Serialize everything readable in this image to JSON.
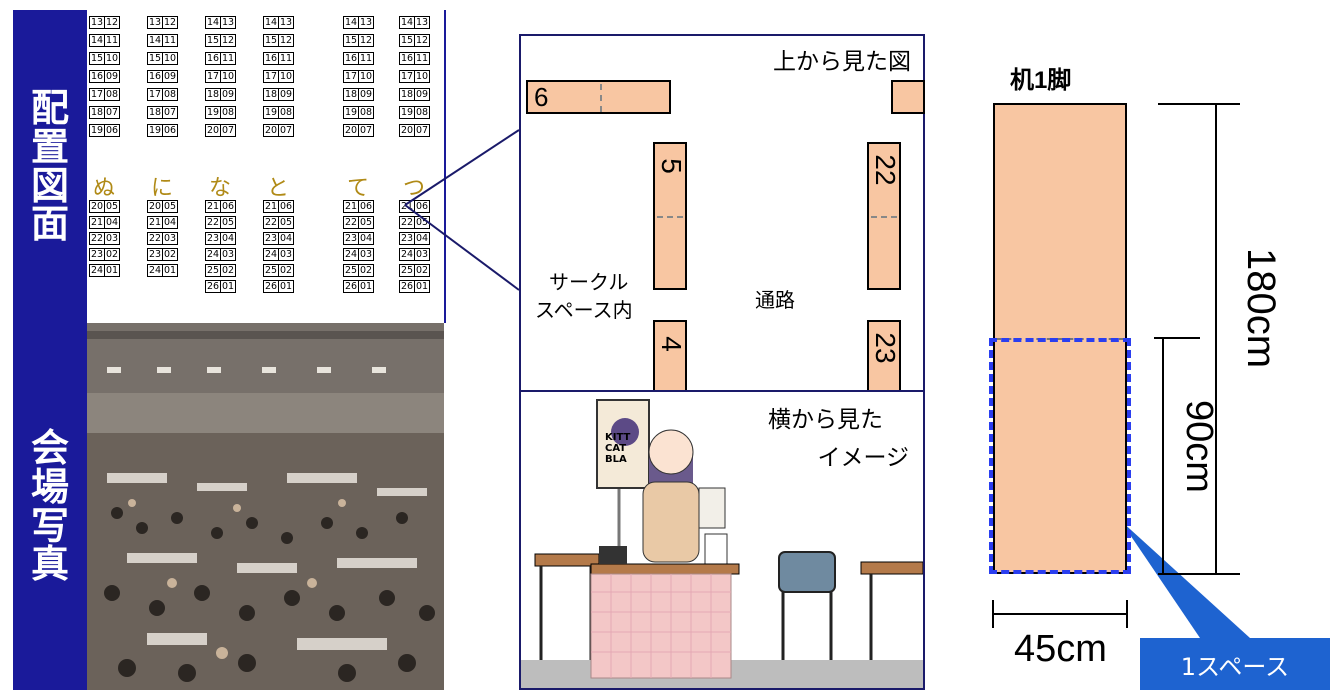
{
  "left_labels": {
    "layout_label": [
      "配",
      "置",
      "図",
      "面"
    ],
    "photo_label": [
      "会",
      "場",
      "写",
      "真"
    ]
  },
  "seat_columns": [
    {
      "upper": [
        [
          "13",
          "12"
        ],
        [
          "14",
          "11"
        ],
        [
          "15",
          "10"
        ],
        [
          "16",
          "09"
        ],
        [
          "17",
          "08"
        ],
        [
          "18",
          "07"
        ],
        [
          "19",
          "06"
        ]
      ],
      "hiragana": "ぬ",
      "lower": [
        [
          "20",
          "05"
        ],
        [
          "21",
          "04"
        ],
        [
          "22",
          "03"
        ],
        [
          "23",
          "02"
        ],
        [
          "24",
          "01"
        ]
      ]
    },
    {
      "upper": [
        [
          "13",
          "12"
        ],
        [
          "14",
          "11"
        ],
        [
          "15",
          "10"
        ],
        [
          "16",
          "09"
        ],
        [
          "17",
          "08"
        ],
        [
          "18",
          "07"
        ],
        [
          "19",
          "06"
        ]
      ],
      "hiragana": "に",
      "lower": [
        [
          "20",
          "05"
        ],
        [
          "21",
          "04"
        ],
        [
          "22",
          "03"
        ],
        [
          "23",
          "02"
        ],
        [
          "24",
          "01"
        ]
      ]
    },
    {
      "upper": [
        [
          "14",
          "13"
        ],
        [
          "15",
          "12"
        ],
        [
          "16",
          "11"
        ],
        [
          "17",
          "10"
        ],
        [
          "18",
          "09"
        ],
        [
          "19",
          "08"
        ],
        [
          "20",
          "07"
        ]
      ],
      "hiragana": "な",
      "lower": [
        [
          "21",
          "06"
        ],
        [
          "22",
          "05"
        ],
        [
          "23",
          "04"
        ],
        [
          "24",
          "03"
        ],
        [
          "25",
          "02"
        ],
        [
          "26",
          "01"
        ]
      ]
    },
    {
      "upper": [
        [
          "14",
          "13"
        ],
        [
          "15",
          "12"
        ],
        [
          "16",
          "11"
        ],
        [
          "17",
          "10"
        ],
        [
          "18",
          "09"
        ],
        [
          "19",
          "08"
        ],
        [
          "20",
          "07"
        ]
      ],
      "hiragana": "と",
      "lower": [
        [
          "21",
          "06"
        ],
        [
          "22",
          "05"
        ],
        [
          "23",
          "04"
        ],
        [
          "24",
          "03"
        ],
        [
          "25",
          "02"
        ],
        [
          "26",
          "01"
        ]
      ]
    },
    {
      "upper": [
        [
          "14",
          "13"
        ],
        [
          "15",
          "12"
        ],
        [
          "16",
          "11"
        ],
        [
          "17",
          "10"
        ],
        [
          "18",
          "09"
        ],
        [
          "19",
          "08"
        ],
        [
          "20",
          "07"
        ]
      ],
      "hiragana": "て",
      "lower": [
        [
          "21",
          "06"
        ],
        [
          "22",
          "05"
        ],
        [
          "23",
          "04"
        ],
        [
          "24",
          "03"
        ],
        [
          "25",
          "02"
        ],
        [
          "26",
          "01"
        ]
      ]
    },
    {
      "upper": [
        [
          "14",
          "13"
        ],
        [
          "15",
          "12"
        ],
        [
          "16",
          "11"
        ],
        [
          "17",
          "10"
        ],
        [
          "18",
          "09"
        ],
        [
          "19",
          "08"
        ],
        [
          "20",
          "07"
        ]
      ],
      "hiragana": "つ",
      "lower": [
        [
          "21",
          "06"
        ],
        [
          "22",
          "05"
        ],
        [
          "23",
          "04"
        ],
        [
          "24",
          "03"
        ],
        [
          "25",
          "02"
        ],
        [
          "26",
          "01"
        ]
      ]
    }
  ],
  "top_view": {
    "title": "上から見た図",
    "table_numbers": {
      "t6": "6",
      "t5": "5",
      "t4": "4",
      "t22": "22",
      "t23": "23"
    },
    "circle_space": [
      "サークル",
      "スペース内"
    ],
    "aisle": "通路"
  },
  "side_view": {
    "title": [
      "横から見た",
      "イメージ"
    ],
    "poster_text": [
      "KITT",
      "CAT",
      "BLA"
    ]
  },
  "desk_diagram": {
    "title": "机1脚",
    "length_label": "180cm",
    "half_label": "90cm",
    "width_label": "45cm",
    "callout": "1スペース"
  },
  "colors": {
    "label_bg": "#1a1a9a",
    "table_fill": "#f8c6a2",
    "hiragana": "#b08a16",
    "space_border": "#2a3ef0",
    "callout_bg": "#1e63d0"
  }
}
